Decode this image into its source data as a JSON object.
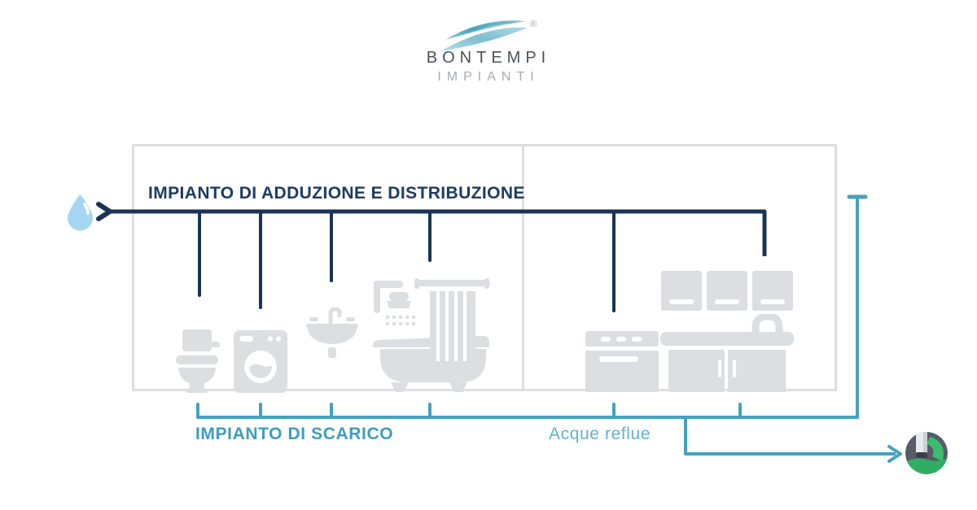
{
  "logo": {
    "brand": "BONTEMPI",
    "sub": "IMPIANTI",
    "registered": "®"
  },
  "labels": {
    "supply": "IMPIANTO DI ADDUZIONE E DISTRIBUZIONE",
    "drain": "IMPIANTO DI SCARICO",
    "wastewater": "Acque reflue"
  },
  "diagram": {
    "type": "plumbing-schematic",
    "sections": [
      "bathroom",
      "kitchen"
    ],
    "supply_line_fixtures": [
      "toilet",
      "washing-machine",
      "sink",
      "shower-bathtub",
      "oven",
      "kitchen-sink"
    ],
    "drain_line_ticks": 6,
    "flow": "water-drop -> supply line -> fixtures -> drain line -> wastewater outlet"
  },
  "icons": [
    "wave-logo-icon",
    "water-drop-icon",
    "toilet-icon",
    "washing-machine-icon",
    "sink-icon",
    "shower-bathtub-icon",
    "oven-icon",
    "kitchen-counter-icon",
    "kitchen-cabinets-icon",
    "drain-outlet-icon"
  ],
  "colors": {
    "supply_navy": "#1b3453",
    "supply_text": "#1d3c63",
    "drain_teal": "#45a1bf",
    "drain_text": "#3e9dbd",
    "wastewater_text": "#66b1cc",
    "fixture_gray": "#dcdee1",
    "house_border": "#dedede",
    "drop_blue": "#a5d7f3",
    "drain_icon_green": "#3cbd6e",
    "drain_icon_dark": "#575c67",
    "logo_brand_text": "#4a525b",
    "logo_sub_text": "#a8adb2"
  }
}
